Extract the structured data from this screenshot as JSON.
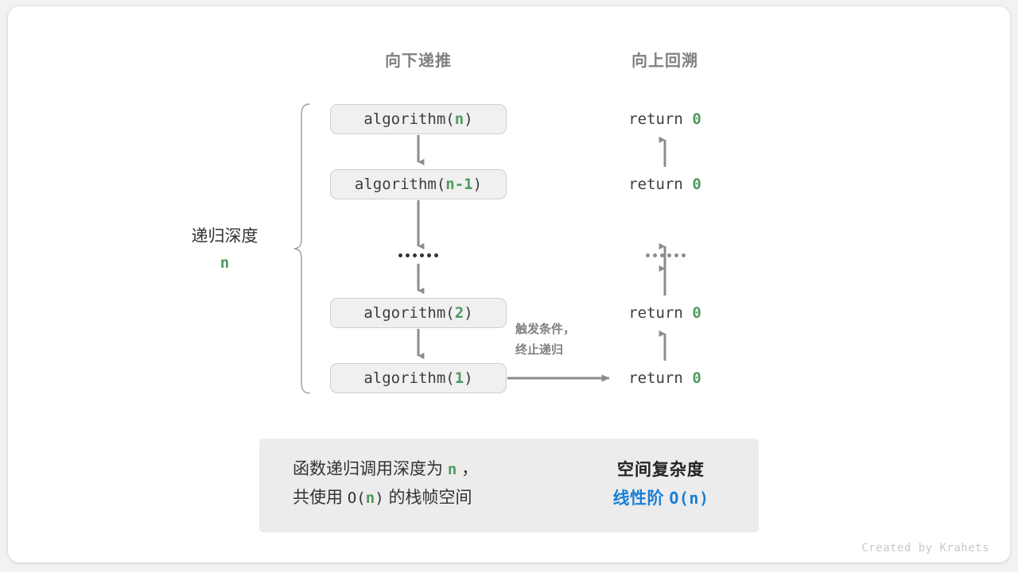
{
  "headers": {
    "descend": "向下递推",
    "ascend": "向上回溯"
  },
  "depth_label": {
    "text": "递归深度",
    "variable": "n"
  },
  "call_stack": [
    {
      "prefix": "algorithm(",
      "arg": "n",
      "suffix": ")"
    },
    {
      "prefix": "algorithm(",
      "arg": "n-1",
      "suffix": ")"
    },
    {
      "prefix": "algorithm(",
      "arg": "2",
      "suffix": ")"
    },
    {
      "prefix": "algorithm(",
      "arg": "1",
      "suffix": ")"
    }
  ],
  "ellipsis": "••••••",
  "returns": [
    {
      "keyword": "return",
      "value": "0"
    },
    {
      "keyword": "return",
      "value": "0"
    },
    {
      "keyword": "return",
      "value": "0"
    },
    {
      "keyword": "return",
      "value": "0"
    }
  ],
  "trigger_note": {
    "line1": "触发条件，",
    "line2": "终止递归"
  },
  "summary": {
    "left_line1_a": "函数递归调用深度为",
    "left_line1_var": "n",
    "left_line1_b": "，",
    "left_line2_a": "共使用",
    "left_line2_fn_open": "O(",
    "left_line2_var": "n",
    "left_line2_fn_close": ")",
    "left_line2_b": "的栈帧空间",
    "right_title": "空间复杂度",
    "right_value_label": "线性阶",
    "right_value_expr": "O(n)"
  },
  "credit": "Created by Krahets",
  "colors": {
    "accent_green": "#4e9a5f",
    "accent_blue": "#1a7fd4",
    "arrow_gray": "#8c8c8c",
    "box_fill": "#f0f0f0",
    "box_border": "#cfcfcf",
    "panel_fill": "#ececec",
    "text_dark": "#333333",
    "text_gray": "#808080"
  }
}
